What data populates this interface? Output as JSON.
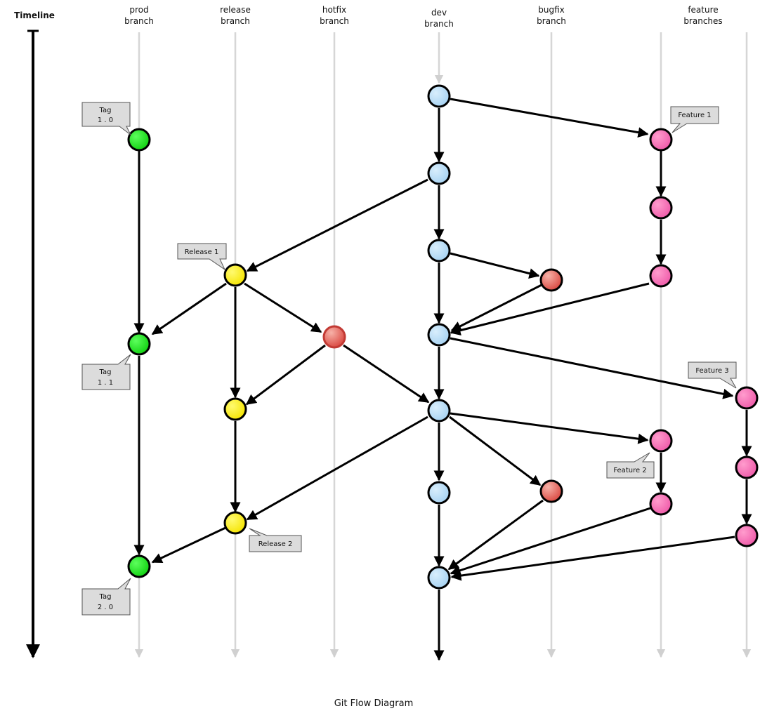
{
  "timeline_label": "Timeline",
  "lanes": [
    {
      "id": "prod",
      "line1": "prod",
      "line2": "branch"
    },
    {
      "id": "release",
      "line1": "release",
      "line2": "branch"
    },
    {
      "id": "hotfix",
      "line1": "hotfix",
      "line2": "branch"
    },
    {
      "id": "dev",
      "line1": "dev",
      "line2": "branch"
    },
    {
      "id": "bugfix",
      "line1": "bugfix",
      "line2": "branch"
    },
    {
      "id": "feature",
      "line1": "feature",
      "line2": "branches"
    }
  ],
  "callouts": {
    "tag_1_0": {
      "line1": "Tag",
      "line2": "1 . 0"
    },
    "tag_1_1": {
      "line1": "Tag",
      "line2": "1 . 1"
    },
    "tag_2_0": {
      "line1": "Tag",
      "line2": "2 . 0"
    },
    "release_1": "Release 1",
    "release_2": "Release 2",
    "feature_1": "Feature 1",
    "feature_2": "Feature 2",
    "feature_3": "Feature 3"
  },
  "colors": {
    "prod": "#1fe31f",
    "release": "#fff000",
    "hotfix": "#e36b6b",
    "dev": "#b7dcf5",
    "bugfix": "#e36b6b",
    "feature": "#f56ab4"
  },
  "title": "Git Flow Diagram"
}
